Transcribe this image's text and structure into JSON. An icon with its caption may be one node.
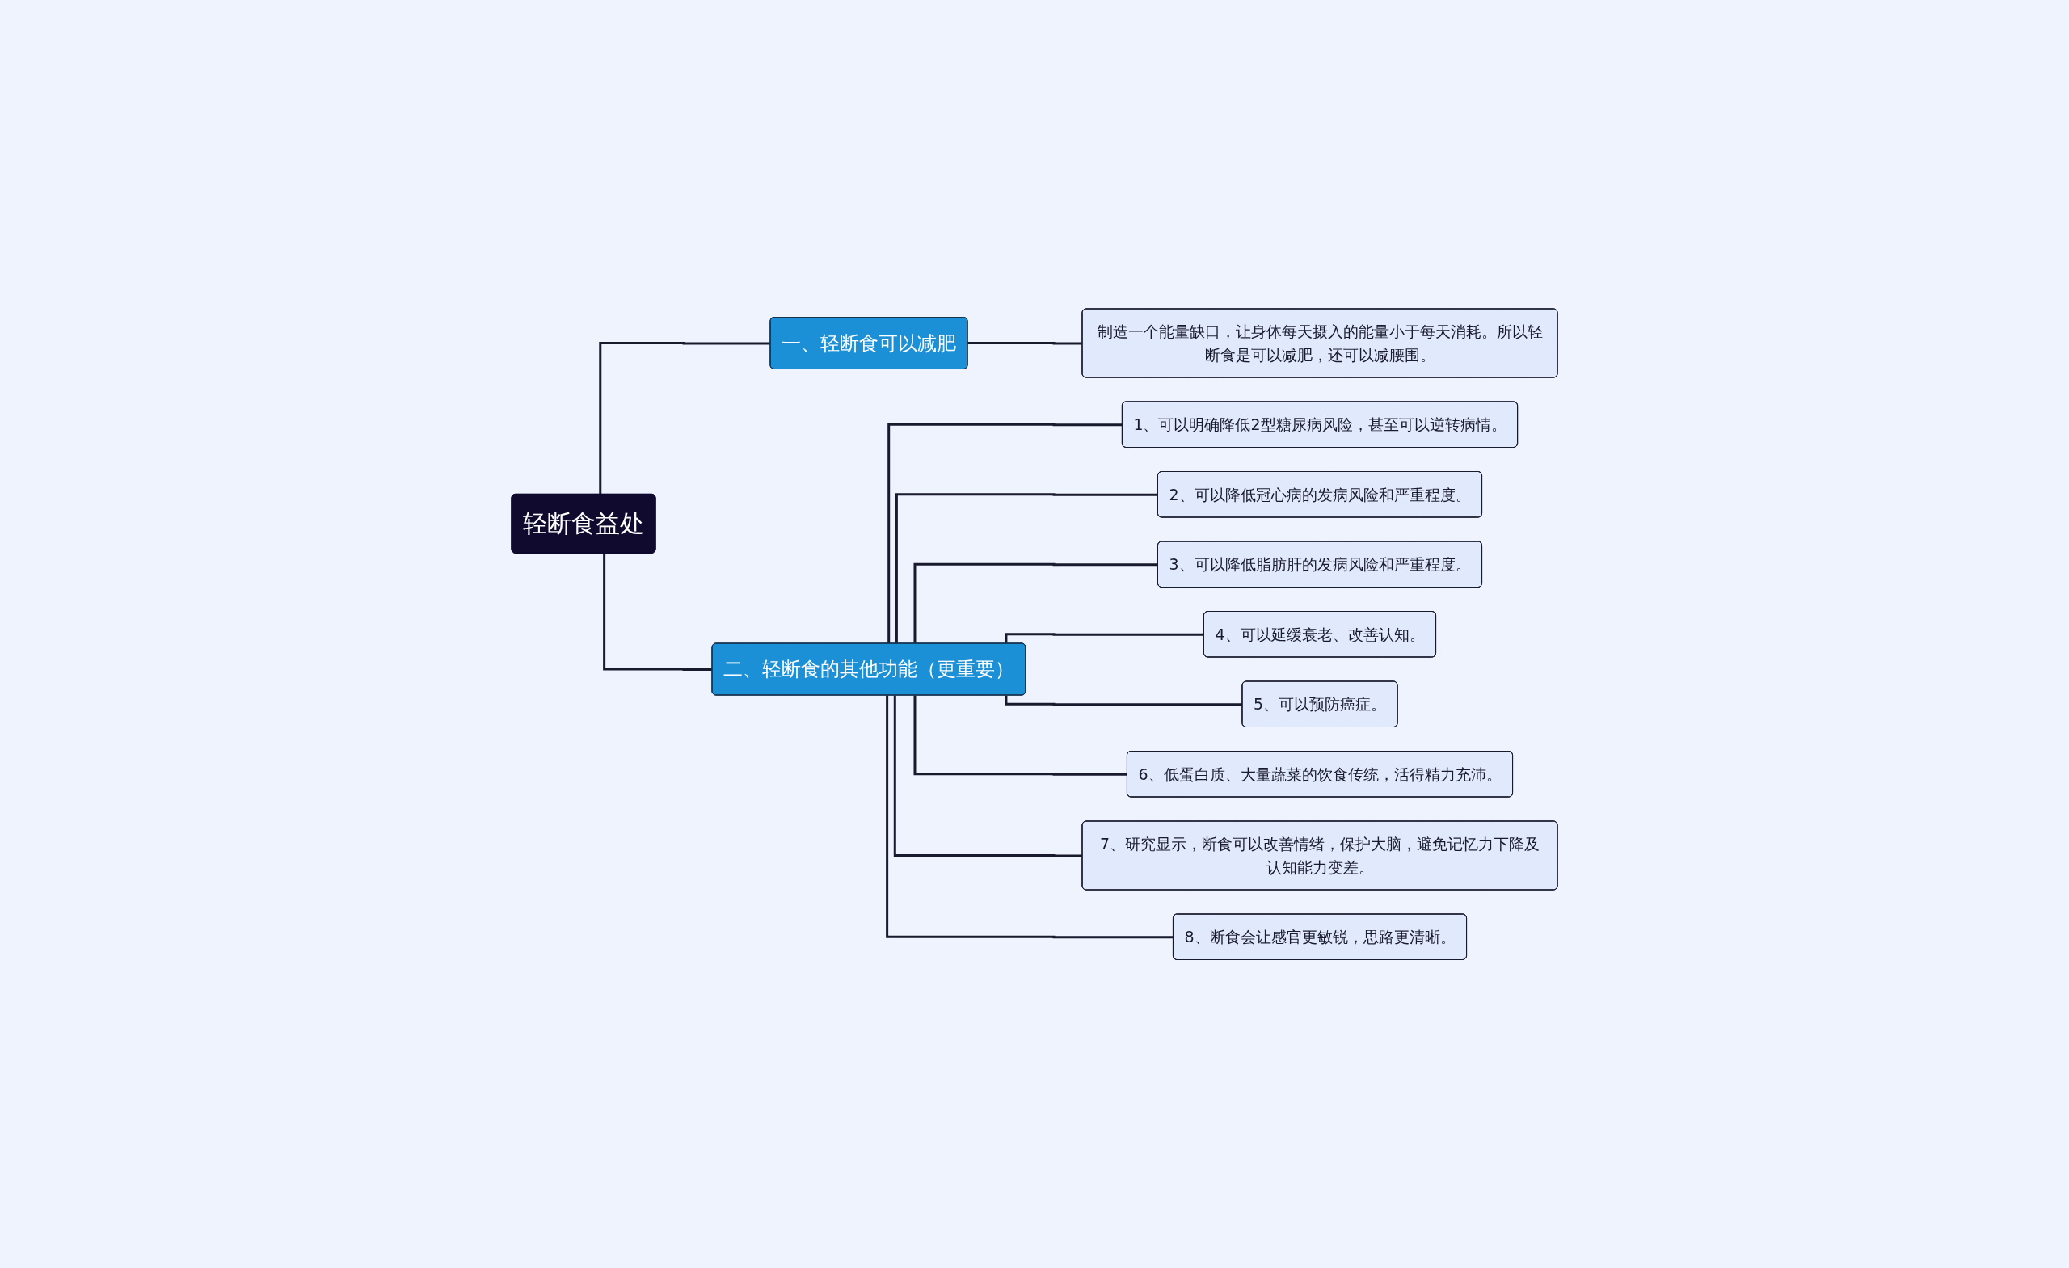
{
  "diagram": {
    "nodes": [
      {
        "text": [
          "轻断食益处"
        ]
      },
      {
        "text": [
          "一、轻断食可以减肥"
        ]
      },
      {
        "text": [
          "制造一个能量缺口，让身体每天摄入的能量小于每天消耗。所以轻断食是可以减肥，还可以减腰围。"
        ]
      },
      {
        "text": [
          "二、轻断食的其他功能（更重要）"
        ]
      },
      {
        "text": [
          "1、可以明确降低2型糖尿病风险，甚至可以逆转病情。"
        ]
      },
      {
        "text": [
          "2、可以降低冠心病的发病风险和严重程度。"
        ]
      },
      {
        "text": [
          "3、可以降低脂肪肝的发病风险和严重程度。"
        ]
      },
      {
        "text": [
          "4、可以延缓衰老、改善认知。"
        ]
      },
      {
        "text": [
          "5、可以预防癌症。"
        ]
      },
      {
        "text": [
          "6、低蛋白质、大量蔬菜的饮食传统，活得精力充沛。"
        ]
      },
      {
        "text": [
          "7、研究显示，断食可以改善情绪，保护大脑，避免记忆力下降及认知能力变差。"
        ]
      },
      {
        "text": [
          "8、断食会让感官更敏锐，思路更清晰。"
        ]
      }
    ],
    "edges": [
      {
        "from": 0,
        "to": 1,
        "arrow": "none"
      },
      {
        "from": 0,
        "to": 3,
        "arrow": "none"
      },
      {
        "from": 1,
        "to": 2,
        "arrow": "none"
      },
      {
        "from": 3,
        "to": 4,
        "arrow": "none"
      },
      {
        "from": 3,
        "to": 5,
        "arrow": "none"
      },
      {
        "from": 3,
        "to": 6,
        "arrow": "none"
      },
      {
        "from": 3,
        "to": 7,
        "arrow": "none"
      },
      {
        "from": 3,
        "to": 8,
        "arrow": "none"
      },
      {
        "from": 3,
        "to": 9,
        "arrow": "none"
      },
      {
        "from": 3,
        "to": 10,
        "arrow": "none"
      },
      {
        "from": 3,
        "to": 11,
        "arrow": "none"
      }
    ]
  }
}
